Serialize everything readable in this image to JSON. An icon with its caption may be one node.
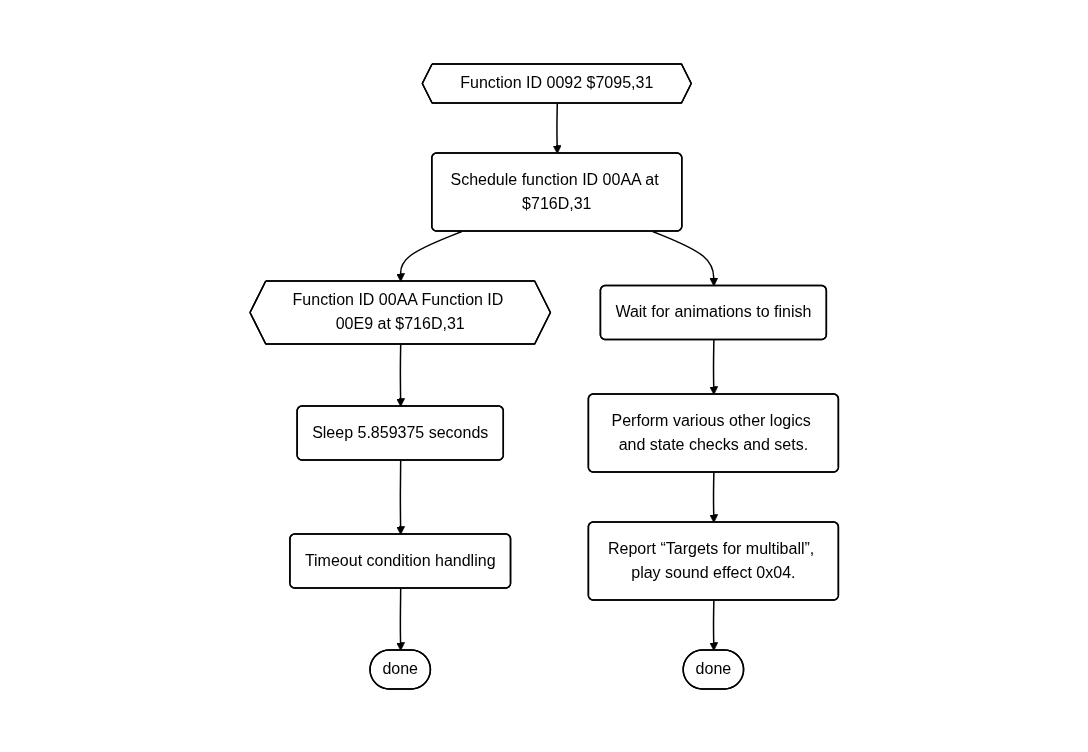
{
  "diagram": {
    "nodes": [
      {
        "text": [
          "Function ID 0092 $7095,31"
        ]
      },
      {
        "text": [
          "Schedule function ID 00AA at $716D,31"
        ]
      },
      {
        "text": [
          "Wait for animations to finish"
        ]
      },
      {
        "text": [
          "Perform various other logics and state checks and sets."
        ]
      },
      {
        "text": [
          "Report “Targets for multiball”, play sound effect 0x04."
        ]
      },
      {
        "text": [
          "done"
        ]
      },
      {
        "text": [
          "Function ID 00AA Function ID 00E9 at $716D,31"
        ]
      },
      {
        "text": [
          "Sleep 5.859375 seconds"
        ]
      },
      {
        "text": [
          "Timeout condition handling"
        ]
      },
      {
        "text": [
          "done"
        ]
      }
    ],
    "edges": [
      {
        "from": 0,
        "to": 1,
        "arrow": "to"
      },
      {
        "from": 1,
        "to": 6,
        "arrow": "to"
      },
      {
        "from": 1,
        "to": 2,
        "arrow": "to"
      },
      {
        "from": 2,
        "to": 3,
        "arrow": "to"
      },
      {
        "from": 3,
        "to": 4,
        "arrow": "to"
      },
      {
        "from": 4,
        "to": 5,
        "arrow": "to"
      },
      {
        "from": 6,
        "to": 7,
        "arrow": "to"
      },
      {
        "from": 7,
        "to": 8,
        "arrow": "to"
      },
      {
        "from": 8,
        "to": 9,
        "arrow": "to"
      }
    ]
  }
}
